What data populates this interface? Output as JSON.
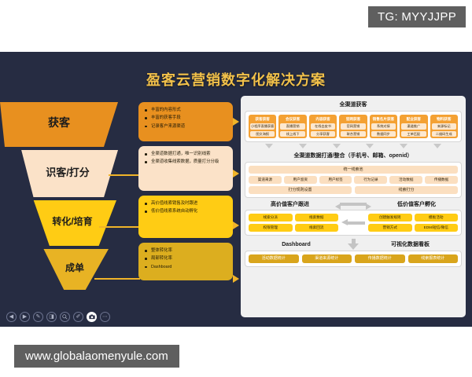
{
  "watermark_top": "TG: MYYJJPP",
  "watermark_bottom": "www.globalaomenyule.com",
  "slide": {
    "title": "盈客云营销数字化解决方案",
    "bg_color": "#262c42",
    "title_color": "#f2c14a"
  },
  "funnel": {
    "stages": [
      {
        "label": "获客",
        "color": "#e8901f"
      },
      {
        "label": "识客/打分",
        "color": "#fbe2c8"
      },
      {
        "label": "转化/培育",
        "color": "#ffcc14"
      },
      {
        "label": "成单",
        "color": "#e8b324"
      }
    ]
  },
  "bullet_cards": [
    {
      "color": "#e8901f",
      "items": [
        "丰富的内容形式",
        "丰富的获客手段",
        "记录客户来源渠道"
      ]
    },
    {
      "color": "#fbe2c8",
      "items": [
        "全渠道数据打通，唯一识别线索",
        "全渠道收集线索数据，质量打分分级"
      ]
    },
    {
      "color": "#ffcc14",
      "items": [
        "高价值线索销售及时跟进",
        "低价值线索系统自动孵化"
      ]
    },
    {
      "color": "#dcae1f",
      "items": [
        "整体转化率",
        "局部转化率",
        "Dashboard"
      ]
    }
  ],
  "panel": {
    "acquisition": {
      "title": "全渠道获客",
      "columns": [
        {
          "head": "获客获客",
          "items": [
            "小程序直播获客",
            "图文海报"
          ]
        },
        {
          "head": "会议获客",
          "items": [
            "直播营销",
            "线上线下"
          ]
        },
        {
          "head": "内容获客",
          "items": [
            "在线白皮书",
            "分享获客"
          ]
        },
        {
          "head": "官网获客",
          "items": [
            "官网营销",
            "联合营销"
          ]
        },
        {
          "head": "销售名片获客",
          "items": [
            "系统对接",
            "数据同步"
          ]
        },
        {
          "head": "配业获客",
          "items": [
            "渠道推广",
            "工单匹配"
          ]
        },
        {
          "head": "物料获客",
          "items": [
            "来源标记",
            "二维码生成"
          ]
        }
      ]
    },
    "integration": {
      "title": "全渠道数据打通/整合（手机号、邮箱、openid）",
      "pool_label": "统一线索池",
      "data_cells": [
        "渠道来源",
        "用户留资",
        "用户标签",
        "行为记录",
        "活动数据",
        "传播数据"
      ],
      "scoring": [
        "打分规则设置",
        "线索打分"
      ]
    },
    "split": {
      "left_title": "高价值客户跟进",
      "right_title": "低价值客户孵化",
      "left_cells": [
        "线索分派",
        "线索数据",
        "权限管理",
        "线索回流"
      ],
      "right_cells": [
        "创建触发规则",
        "模板活动",
        "营销方式",
        "EDM/短信/微信"
      ]
    },
    "dashboard": {
      "left_title": "Dashboard",
      "right_title": "可视化数据看板",
      "cells": [
        "活动数据统计",
        "渠道来源统计",
        "传播数据统计",
        "线索报表统计"
      ]
    }
  },
  "toolbar": {
    "buttons": [
      {
        "name": "back-icon",
        "glyph": "◀"
      },
      {
        "name": "play-icon",
        "glyph": "▶"
      },
      {
        "name": "pen-icon",
        "glyph": "✎"
      },
      {
        "name": "eraser-icon",
        "glyph": "◨"
      },
      {
        "name": "magnifier-icon",
        "glyph": "🔍"
      },
      {
        "name": "highlighter-icon",
        "glyph": "✐"
      },
      {
        "name": "camera-icon",
        "glyph": "◉"
      },
      {
        "name": "more-icon",
        "glyph": "⋯"
      }
    ]
  }
}
